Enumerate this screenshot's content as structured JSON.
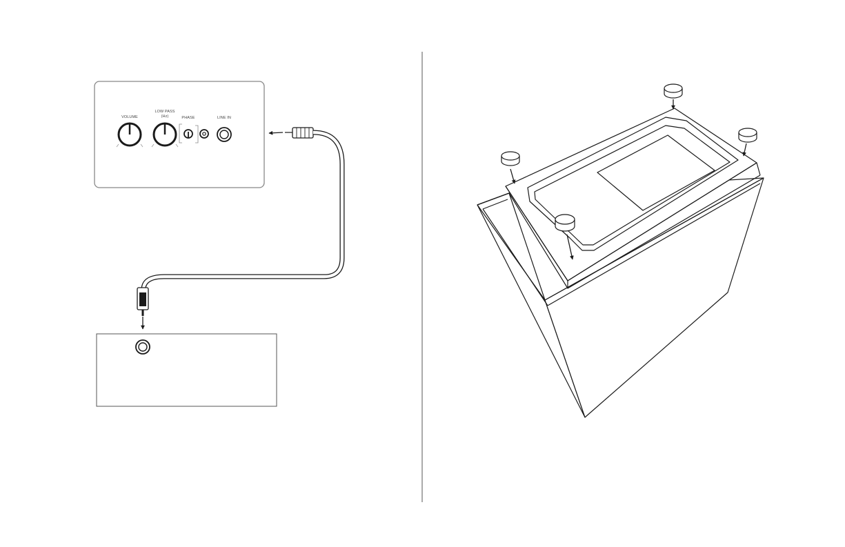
{
  "panel": {
    "volume_label": "VOLUME",
    "lowpass_label_line1": "LOW PASS",
    "lowpass_label_line2": "(Hz)",
    "phase_label": "PHASE",
    "linein_label": "LINE IN"
  },
  "colors": {
    "line": "#1a1a1a",
    "panel_border": "#888888",
    "background": "#ffffff"
  },
  "icons": {
    "volume_knob": "knob-icon",
    "lowpass_knob": "knob-icon",
    "phase_switch": "toggle-switch-icon",
    "rca_jack": "rca-jack-icon",
    "rca_plug": "rca-plug-icon",
    "foot_pad": "rubber-foot-icon"
  }
}
